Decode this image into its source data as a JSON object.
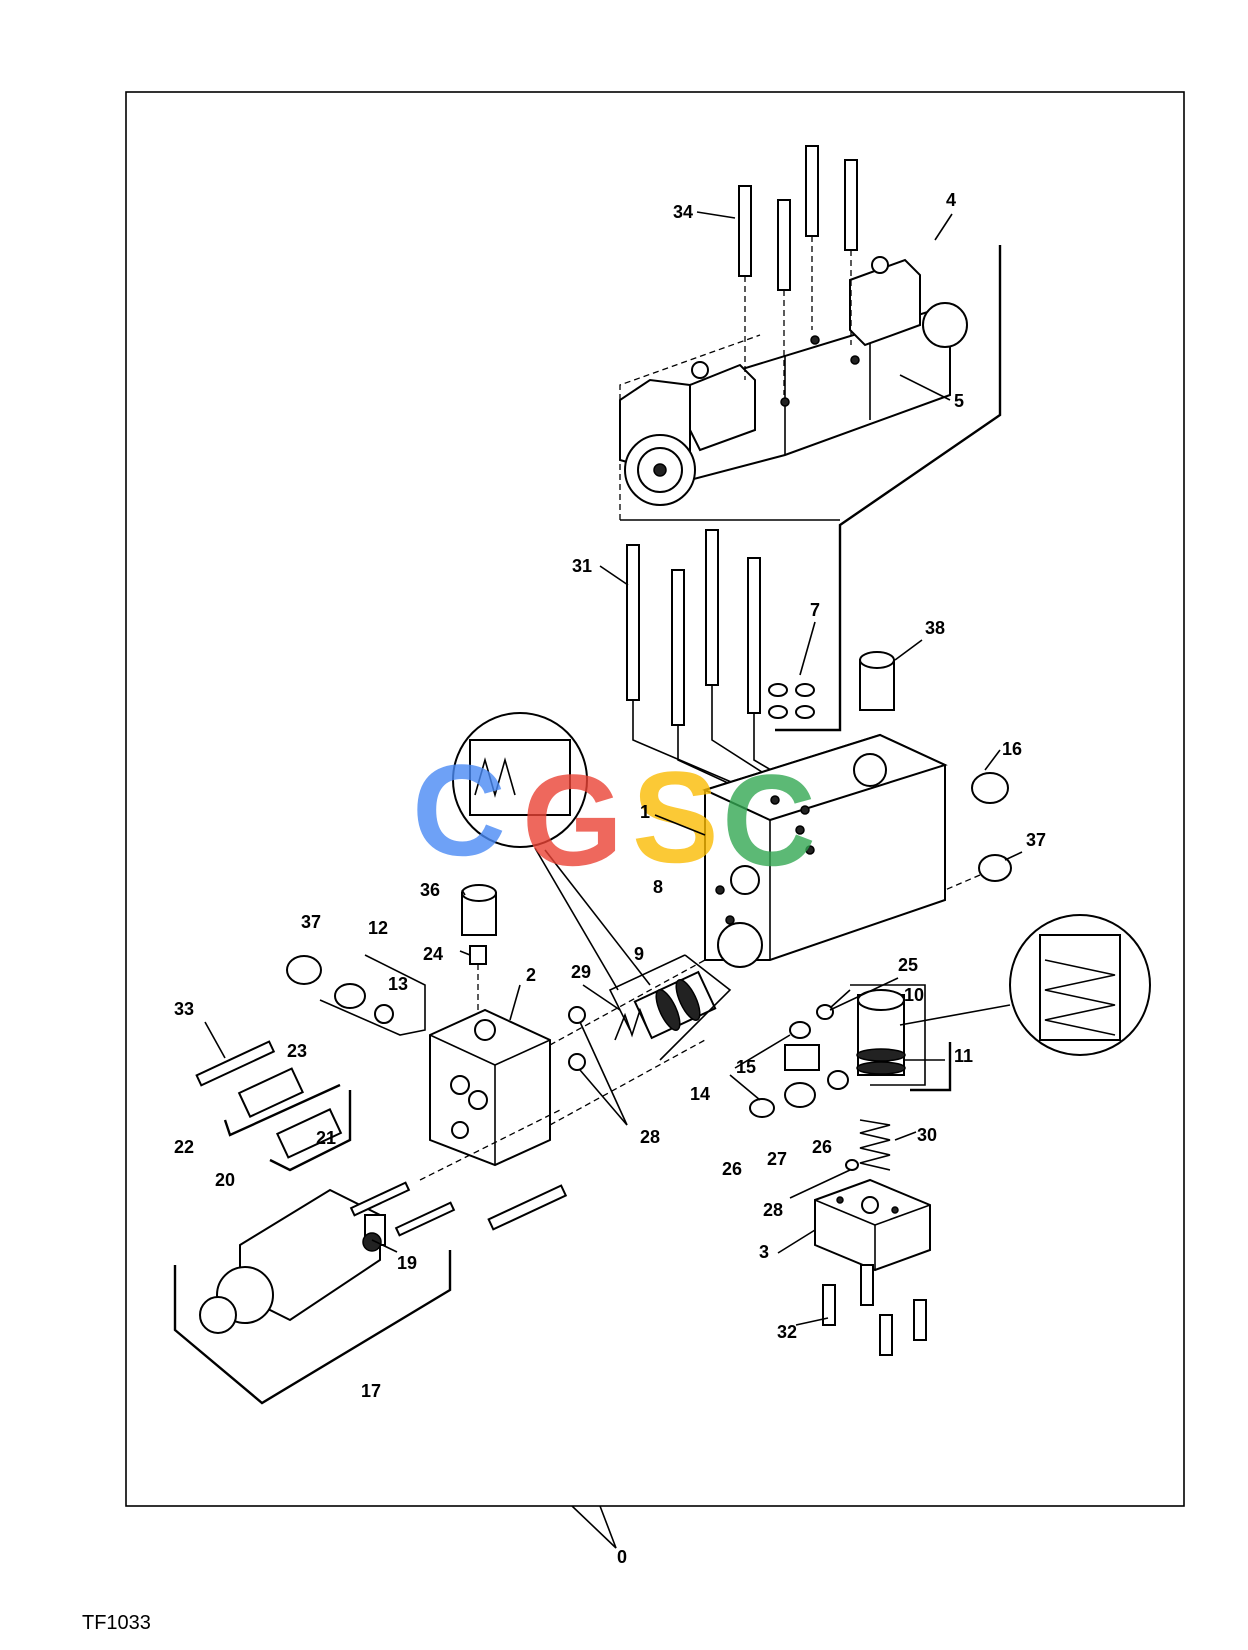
{
  "figure": {
    "code": "TF1033",
    "assembly_callout": "0",
    "watermark": {
      "letters": [
        "C",
        "G",
        "S",
        "C"
      ],
      "colors": [
        "#4a8af4",
        "#ea4335",
        "#fbbc05",
        "#34a853"
      ]
    },
    "callouts": [
      "1",
      "2",
      "3",
      "4",
      "5",
      "7",
      "8",
      "9",
      "10",
      "11",
      "12",
      "13",
      "14",
      "15",
      "16",
      "17",
      "19",
      "20",
      "21",
      "22",
      "23",
      "24",
      "25",
      "26",
      "26",
      "27",
      "28",
      "28",
      "29",
      "30",
      "31",
      "32",
      "33",
      "34",
      "36",
      "37",
      "37",
      "38"
    ]
  }
}
